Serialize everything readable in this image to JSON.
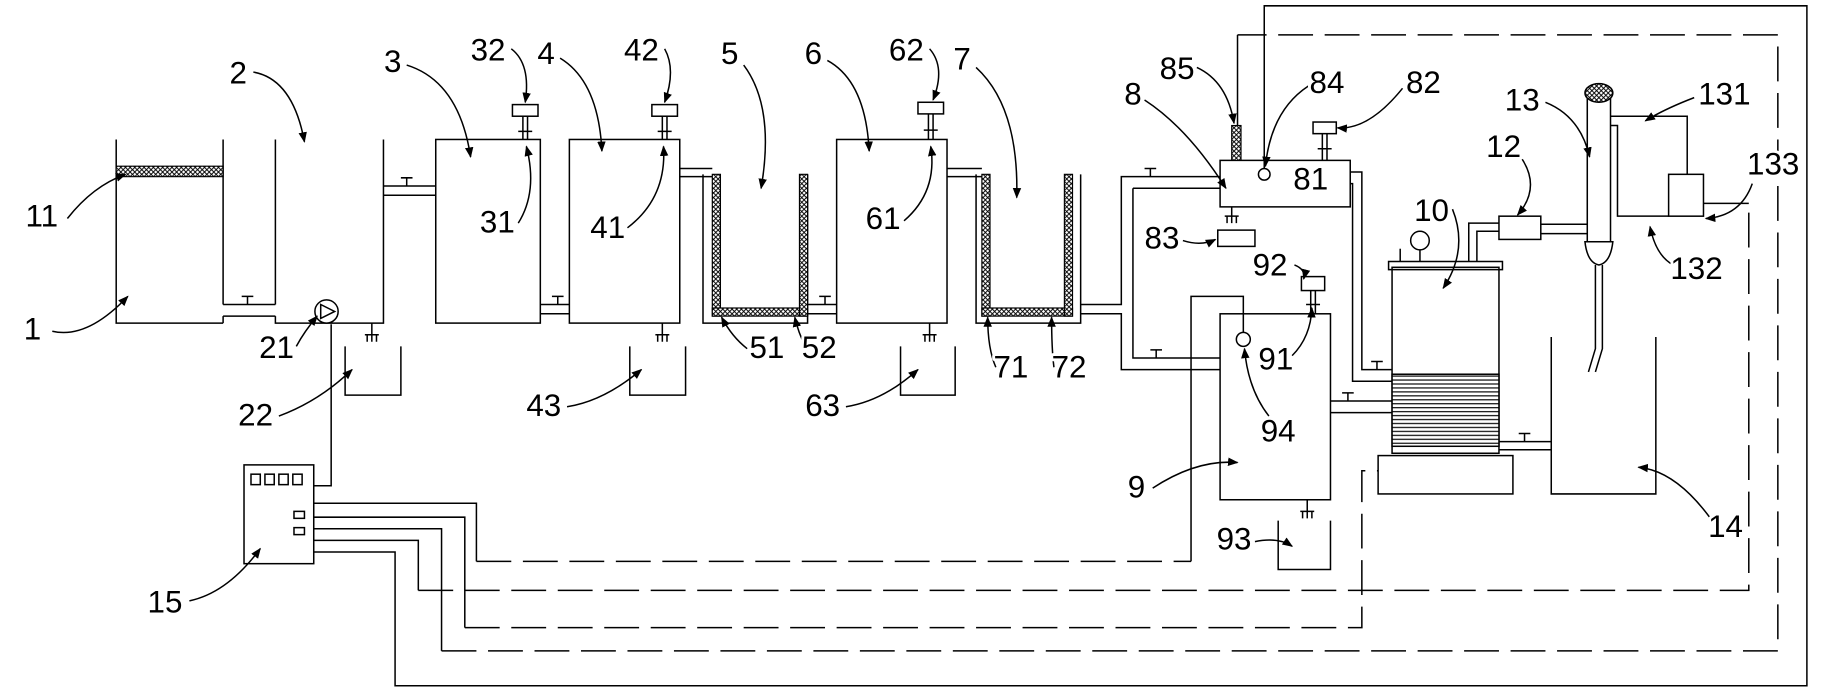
{
  "callouts": {
    "n1": "1",
    "n2": "2",
    "n3": "3",
    "n4": "4",
    "n5": "5",
    "n6": "6",
    "n7": "7",
    "n8": "8",
    "n9": "9",
    "n10": "10",
    "n11": "11",
    "n12": "12",
    "n13": "13",
    "n14": "14",
    "n15": "15",
    "n21": "21",
    "n22": "22",
    "n31": "31",
    "n32": "32",
    "n41": "41",
    "n42": "42",
    "n43": "43",
    "n51": "51",
    "n52": "52",
    "n61": "61",
    "n62": "62",
    "n63": "63",
    "n71": "71",
    "n72": "72",
    "n81": "81",
    "n82": "82",
    "n83": "83",
    "n84": "84",
    "n85": "85",
    "n91": "91",
    "n92": "92",
    "n93": "93",
    "n94": "94",
    "n131": "131",
    "n132": "132",
    "n133": "133"
  },
  "colors": {
    "line": "#000000",
    "background": "#ffffff"
  }
}
